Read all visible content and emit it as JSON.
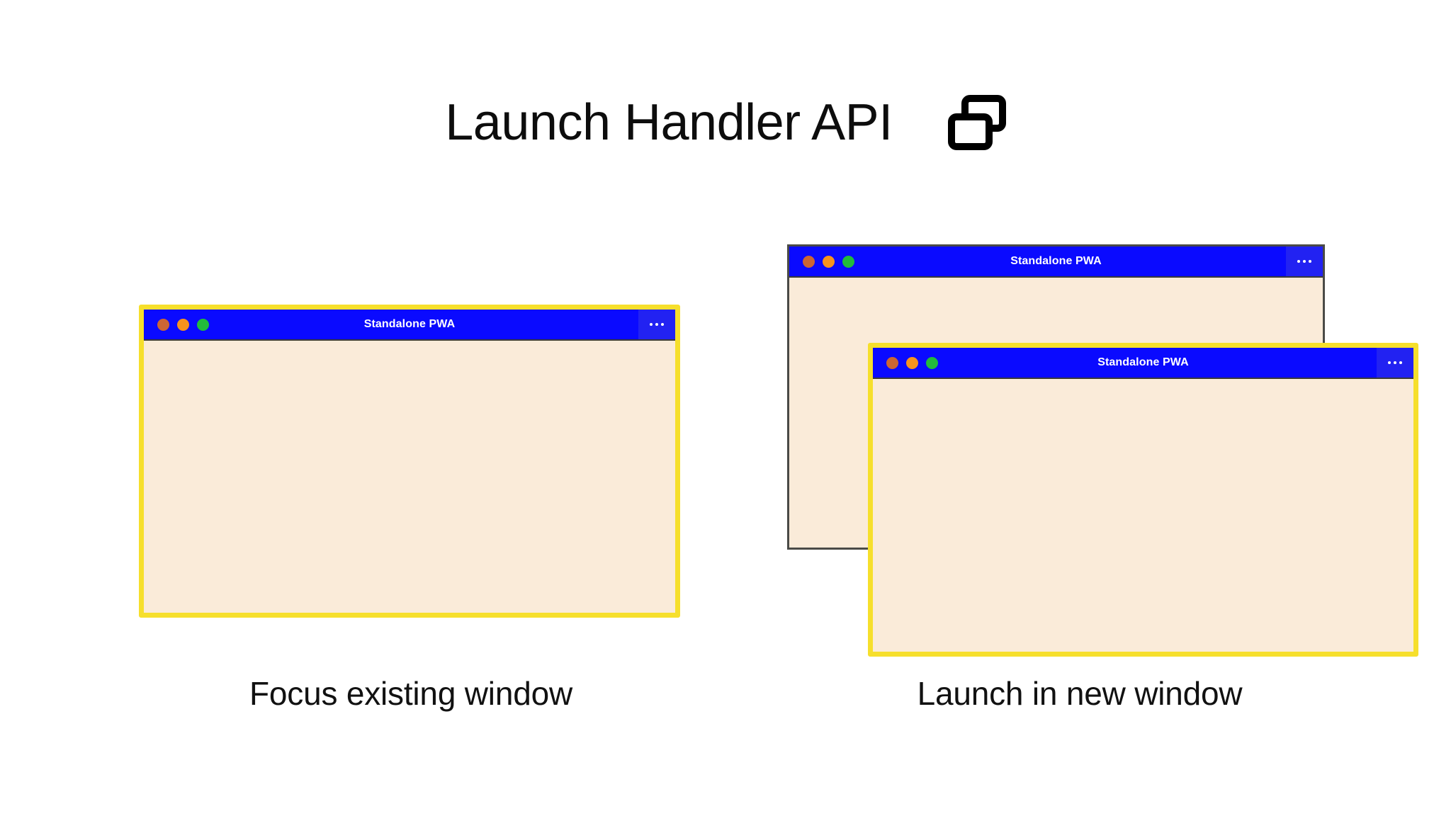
{
  "header": {
    "title": "Launch Handler API",
    "icon": "windows-stack-icon"
  },
  "colors": {
    "titlebar_blue": "#0000FF",
    "menu_blue": "#2222F2",
    "content_cream": "#FAEBD9",
    "focus_yellow": "#F6DF2C",
    "unfocused_border": "#4A4A47",
    "dot_red": "#CC6633",
    "dot_yellow": "#F7931E",
    "dot_green": "#22BB3B",
    "text_black": "#111111",
    "page_background": "#FFFFFF"
  },
  "scenarios": [
    {
      "id": "focus-existing-window",
      "caption": "Focus existing window",
      "windows": [
        {
          "id": "window-left",
          "title": "Standalone PWA",
          "focused": true,
          "menu_label": "•••",
          "traffic_lights": [
            "close",
            "minimize",
            "maximize"
          ]
        }
      ]
    },
    {
      "id": "launch-in-new-window",
      "caption": "Launch in new window",
      "windows": [
        {
          "id": "window-back-right",
          "title": "Standalone PWA",
          "focused": false,
          "menu_label": "•••",
          "traffic_lights": [
            "close",
            "minimize",
            "maximize"
          ]
        },
        {
          "id": "window-front-right",
          "title": "Standalone PWA",
          "focused": true,
          "menu_label": "•••",
          "traffic_lights": [
            "close",
            "minimize",
            "maximize"
          ]
        }
      ]
    }
  ]
}
